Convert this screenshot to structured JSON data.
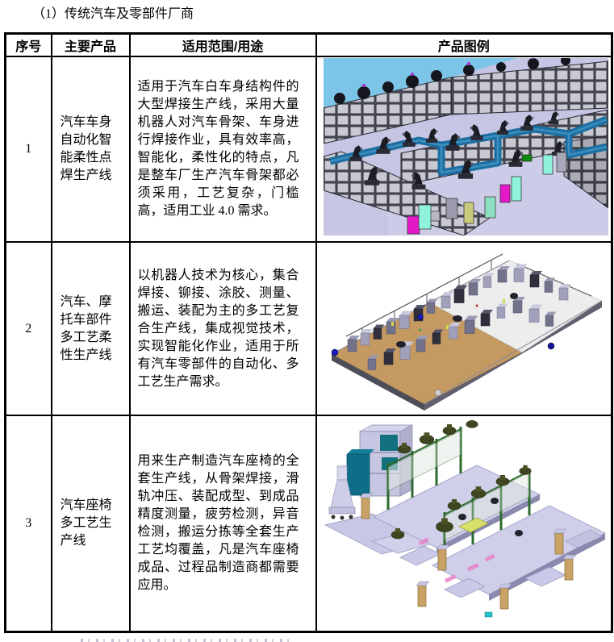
{
  "page": {
    "heading": "（1）传统汽车及零部件厂商"
  },
  "table": {
    "headers": [
      "序号",
      "主要产品",
      "适用范围/用途",
      "产品图例"
    ],
    "rows": [
      {
        "index": "1",
        "product": "汽车车身自动化智能柔性点焊生产线",
        "usage": "适用于汽车白车身结构件的大型焊接生产线，采用大量机器人对汽车骨架、车身进行焊接作业，具有效率高，智能化，柔性化的特点，凡是整车厂生产汽车骨架都必须采用，工艺复杂，门槛高，适用工业 4.0 需求。",
        "figure_alt": "汽车车身自动化智能柔性点焊生产线三维厂房图"
      },
      {
        "index": "2",
        "product": "汽车、摩托车部件多工艺柔性生产线",
        "usage": "以机器人技术为核心，集合焊接、铆接、涂胶、测量、搬运、装配为主的多工艺复合生产线，集成视觉技术，实现智能化作业，适用于所有汽车零部件的自动化、多工艺生产需求。",
        "figure_alt": "汽车、摩托车部件多工艺柔性生产线三维布局图"
      },
      {
        "index": "3",
        "product": "汽车座椅多工艺生产线",
        "usage": "用来生产制造汽车座椅的全套生产线，从骨架焊接，滑轨冲压、装配成型、到成品精度测量，疲劳检测，异音检测，搬运分拣等全套生产工艺均覆盖，凡是汽车座椅成品、过程品制造商都需要应用。",
        "figure_alt": "汽车座椅多工艺生产线三维布局图"
      }
    ]
  },
  "colors": {
    "border": "#000000",
    "text": "#000000",
    "fig1_sky": "#7CC4E8",
    "fig1_floor": "#C6C6E4",
    "fig1_conveyor": "#1C6FA2",
    "fig2_deck_tan": "#C49A62",
    "fig3_cabinet_teal": "#0E6E88"
  }
}
